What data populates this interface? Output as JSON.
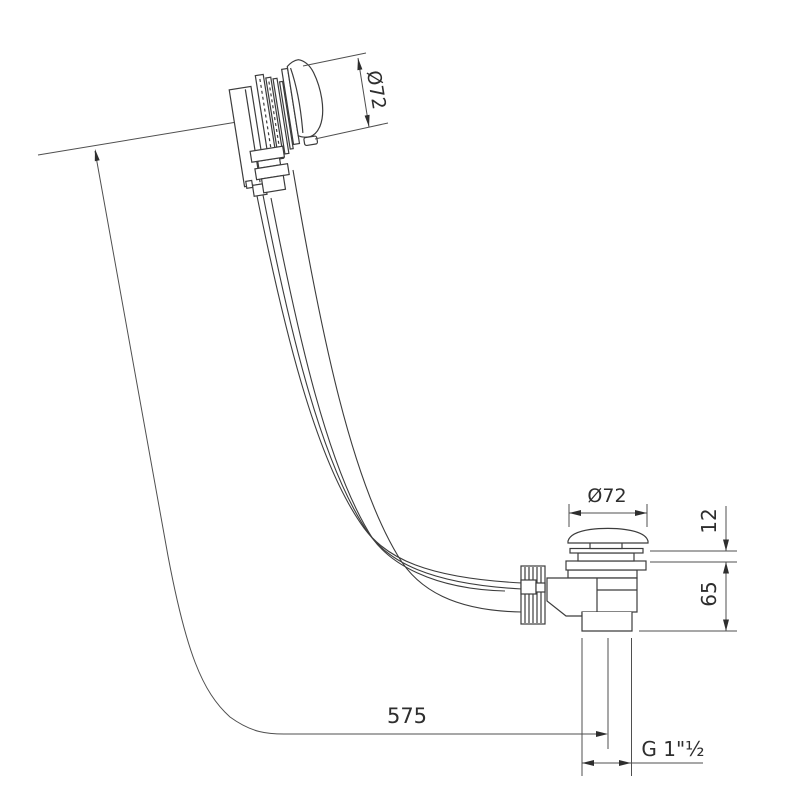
{
  "drawing": {
    "background": "#ffffff",
    "line_color": "#3c3c3c",
    "dimension_line_color": "#4f4f4f",
    "text_color": "#2e2e2e",
    "dimensions": {
      "overflow_cap_diameter": "Ø72",
      "drain_cap_diameter": "Ø72",
      "drain_cap_height": "12",
      "drain_body_height": "65",
      "overflow_cable_length": "575",
      "drain_thread_size": "G 1\"½"
    }
  }
}
